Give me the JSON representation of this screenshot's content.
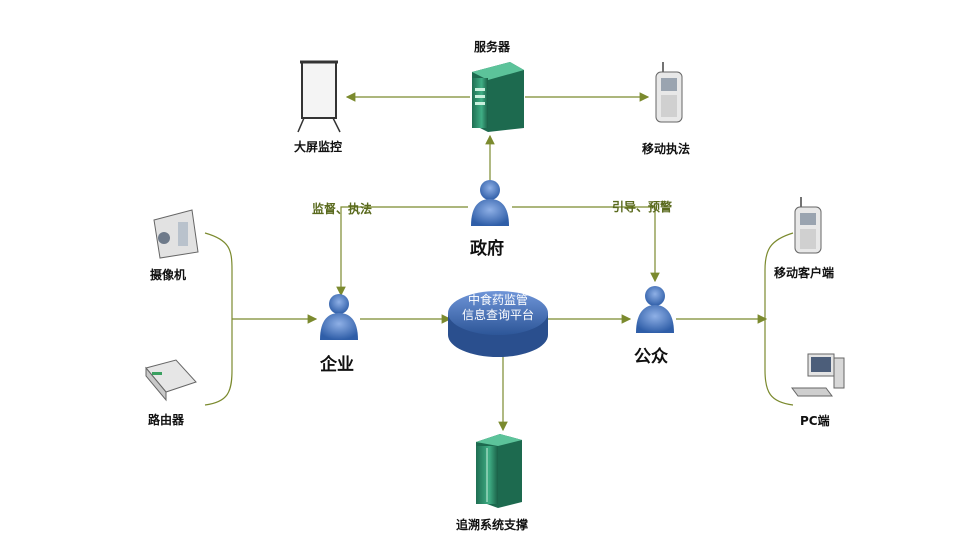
{
  "diagram": {
    "nodes": {
      "server": {
        "label": "服务器",
        "icon": "server-icon"
      },
      "big_screen": {
        "label": "大屏监控",
        "icon": "projector-screen-icon"
      },
      "mobile_enforcement": {
        "label": "移动执法",
        "icon": "mobile-phone-icon"
      },
      "government": {
        "label": "政府",
        "icon": "person-icon"
      },
      "enterprise": {
        "label": "企业",
        "icon": "person-icon"
      },
      "public": {
        "label": "公众",
        "icon": "person-icon"
      },
      "platform": {
        "label_line1": "中食药监管",
        "label_line2": "信息查询平台",
        "icon": "database-disk-icon"
      },
      "camera": {
        "label": "摄像机",
        "icon": "camera-icon"
      },
      "router": {
        "label": "路由器",
        "icon": "router-icon"
      },
      "mobile_client": {
        "label": "移动客户端",
        "icon": "mobile-phone-icon"
      },
      "pc": {
        "label": "PC端",
        "icon": "pc-icon"
      },
      "trace_support": {
        "label": "追溯系统支撑",
        "icon": "server-rack-icon"
      }
    },
    "edge_labels": {
      "supervise": "监督、执法",
      "guide": "引导、预警"
    },
    "colors": {
      "connector": "#7b8a2e",
      "person_fill": "#4a76b8",
      "server_fill": "#2e8b6a",
      "platform_fill": "#3d64a6"
    }
  }
}
